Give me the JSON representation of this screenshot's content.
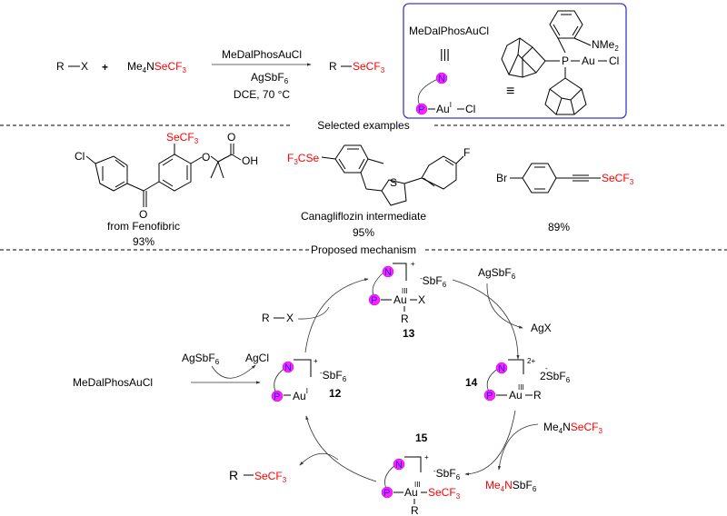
{
  "reaction": {
    "reactant1": {
      "R": "R",
      "X": "X"
    },
    "plus": "+",
    "reagent": {
      "prefix": "Me",
      "sub4": "4",
      "N": "N",
      "se": "SeCF",
      "sub3": "3"
    },
    "conditions": {
      "catalyst": "MeDalPhosAuCl",
      "additive": "AgSbF",
      "additive_sub": "6",
      "solvent_temp": "DCE, 70 °C"
    },
    "product": {
      "R": "R",
      "se": "SeCF",
      "sub3": "3"
    }
  },
  "catalyst_box": {
    "name": "MeDalPhosAuCl",
    "equiv_symbol": "|||",
    "equiv_symbol2": "≡",
    "au_label": "Au",
    "au_ox": "I",
    "cl_label": "Cl",
    "P_label": "P",
    "N_label": "N",
    "struct": {
      "nme2": "NMe",
      "nme2_sub": "2",
      "P": "P",
      "Au": "Au",
      "Cl": "Cl"
    }
  },
  "sections": {
    "selected_examples": "Selected examples",
    "proposed_mechanism": "Proposed mechanism"
  },
  "examples": [
    {
      "name": "from Fenofibric",
      "yield": "93%",
      "labels": {
        "Cl": "Cl",
        "SeCF": "SeCF",
        "sub3": "3",
        "O1": "O",
        "O2": "O",
        "O3": "O",
        "OH": "OH"
      }
    },
    {
      "name": "Canagliflozin intermediate",
      "yield": "95%",
      "labels": {
        "F3CSe_F": "F",
        "F3CSe_3": "3",
        "F3CSe_rest": "CSe",
        "S": "S",
        "F": "F"
      }
    },
    {
      "name": "",
      "yield": "89%",
      "labels": {
        "Br": "Br",
        "SeCF": "SeCF",
        "sub3": "3"
      }
    }
  ],
  "mechanism": {
    "start": "MeDalPhosAuCl",
    "agsbf6_in": "AgSbF",
    "agsbf6_in_sub": "6",
    "agcl_out": "AgCl",
    "rx": {
      "R": "R",
      "X": "X"
    },
    "species12": {
      "id": "12",
      "charge": "+",
      "counter": "SbF",
      "counter_sub": "6",
      "counter_pre": "-",
      "Au": "Au",
      "ox": "I"
    },
    "species13": {
      "id": "13",
      "charge": "+",
      "counter": "SbF",
      "counter_sub": "6",
      "counter_pre": "-",
      "Au": "Au",
      "ox": "III",
      "X": "X",
      "R": "R"
    },
    "species14": {
      "id": "14",
      "charge": "2+",
      "counter": "2SbF",
      "counter_sub": "6",
      "counter_pre": "-",
      "Au": "Au",
      "ox": "III",
      "R": "R"
    },
    "species15": {
      "id": "15",
      "charge": "+",
      "counter": "SbF",
      "counter_sub": "6",
      "counter_pre": "-",
      "Au": "Au",
      "ox": "III",
      "se": "SeCF",
      "se_sub": "3",
      "R": "R"
    },
    "agsbf6_2": "AgSbF",
    "agsbf6_2_sub": "6",
    "agx": "AgX",
    "me4nsecf3": {
      "prefix": "Me",
      "sub4": "4",
      "N": "N",
      "se": "SeCF",
      "sub3": "3"
    },
    "me4nsbf6": {
      "prefix": "Me",
      "sub4": "4",
      "N": "N",
      "rest": "SbF",
      "sub6": "6"
    },
    "product": {
      "R": "R",
      "se": "SeCF",
      "sub3": "3"
    },
    "P_label": "P",
    "N_label": "N"
  },
  "colors": {
    "highlight": "#ff0000",
    "box_border": "#3a3acc",
    "ligand_circle": "#ff22ff",
    "ligand_text": "#1a1aff"
  }
}
